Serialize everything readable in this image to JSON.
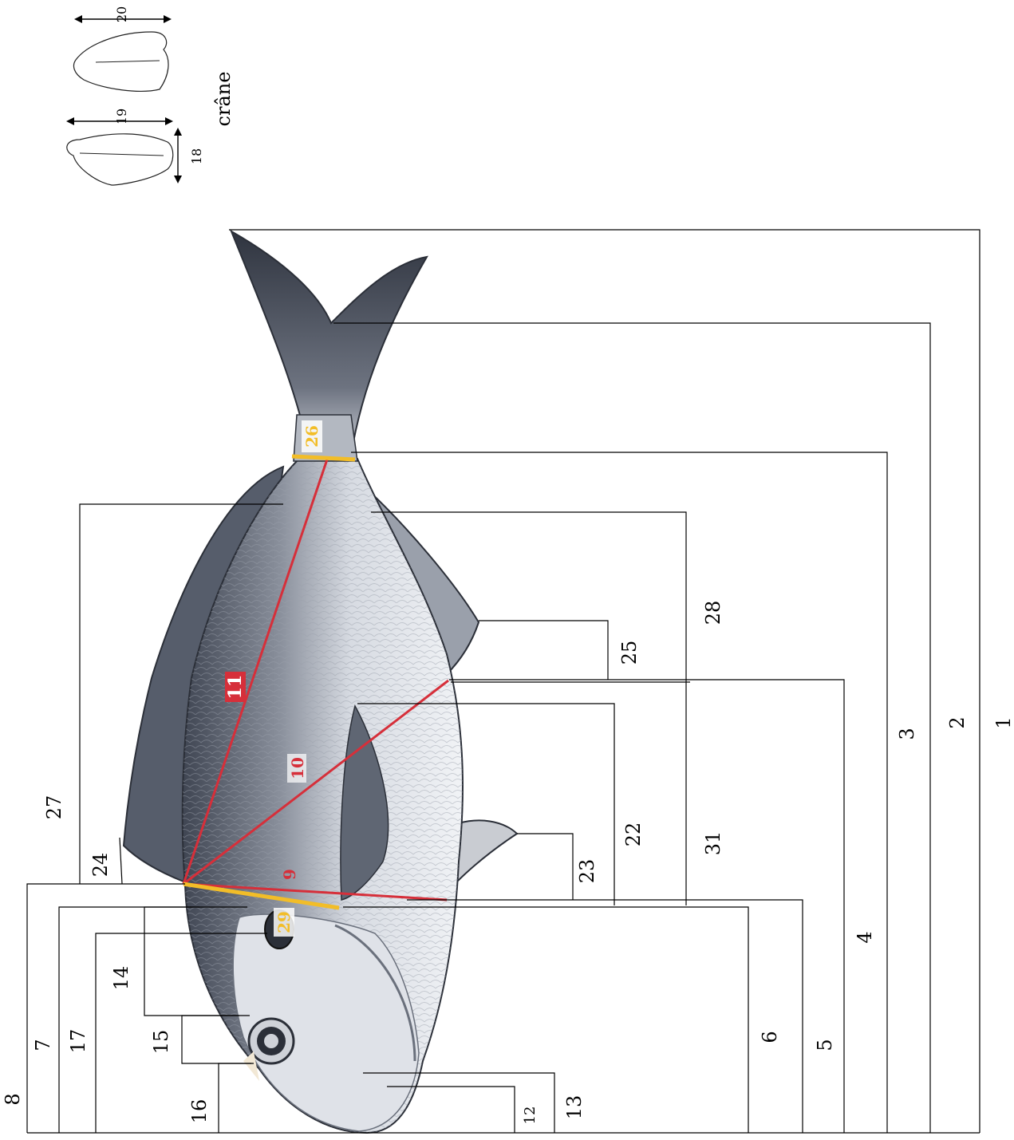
{
  "skull": {
    "label": "crâne",
    "measure_labels": [
      "18",
      "19",
      "20"
    ]
  },
  "dimension_labels": {
    "l1": "1",
    "l2": "2",
    "l3": "3",
    "l4": "4",
    "l5": "5",
    "l6": "6",
    "l7": "7",
    "l8": "8",
    "l12": "12",
    "l13": "13",
    "l14": "14",
    "l15": "15",
    "l16": "16",
    "l17": "17",
    "l22": "22",
    "l23": "23",
    "l24": "24",
    "l25": "25",
    "l27": "27",
    "l28": "28",
    "l31": "31"
  },
  "highlight_labels": {
    "l9": "9",
    "l10": "10",
    "l11": "11",
    "l26": "26",
    "l29": "29"
  },
  "colors": {
    "line": "#000000",
    "red_measure": "#d62f3a",
    "yellow_measure": "#f2bd28",
    "body_light": "#e4e7ec",
    "body_dark": "#5b6270",
    "fin_dark": "#3a3f4b"
  }
}
